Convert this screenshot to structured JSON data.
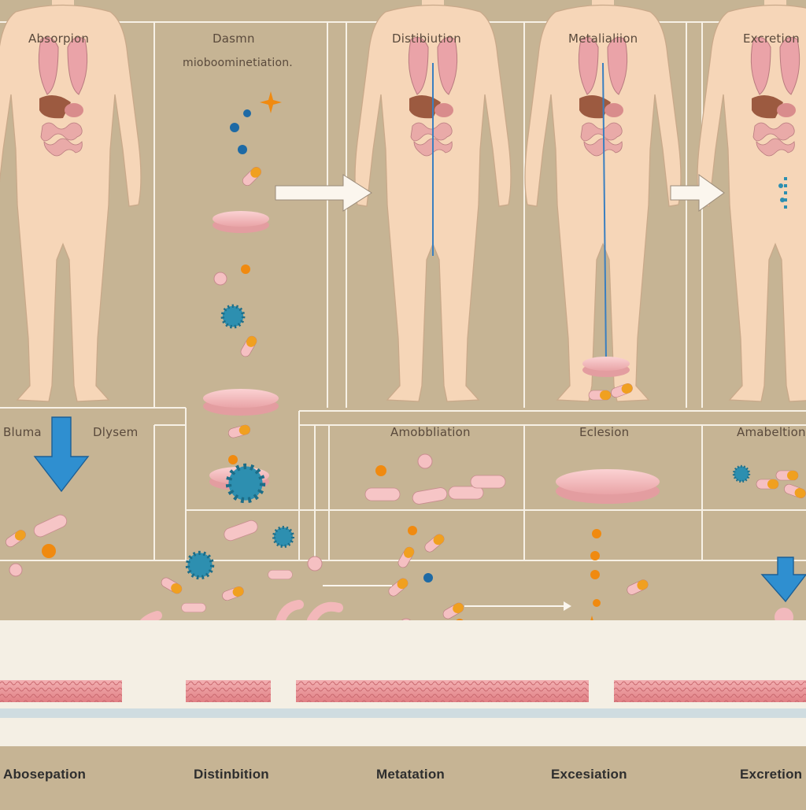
{
  "panels": {
    "top": [
      {
        "id": "absorption",
        "label": "Absorpion"
      },
      {
        "id": "desmn",
        "label": "Dasmn",
        "sublabel": "mioboominetiation."
      },
      {
        "id": "distribution",
        "label": "Distibiution"
      },
      {
        "id": "metabolism",
        "label": "Metalialiion"
      },
      {
        "id": "excretion",
        "label": "Excretion"
      }
    ],
    "middle": [
      {
        "id": "bluma",
        "label": "Bluma"
      },
      {
        "id": "dlysem",
        "label": "Dlysem"
      },
      {
        "id": "amobbliation",
        "label": "Amobbliation"
      },
      {
        "id": "eclesion",
        "label": "Eclesion"
      },
      {
        "id": "amabeliation",
        "label": "Amabeltion"
      }
    ]
  },
  "bottom_labels": [
    "Abosepation",
    "Distinbition",
    "Metatation",
    "Excesiation",
    "Excretion"
  ],
  "colors": {
    "background": "#c6b494",
    "skin": "#f6d6b8",
    "organ_pink": "#eaa3a8",
    "liver": "#9c5a40",
    "capsule_orange": "#f0a020",
    "tablet_pink": "#f5c0c2",
    "virus_blue": "#2d8fb0",
    "arrow_blue": "#2f8fd0",
    "tissue": "#e98f92"
  }
}
